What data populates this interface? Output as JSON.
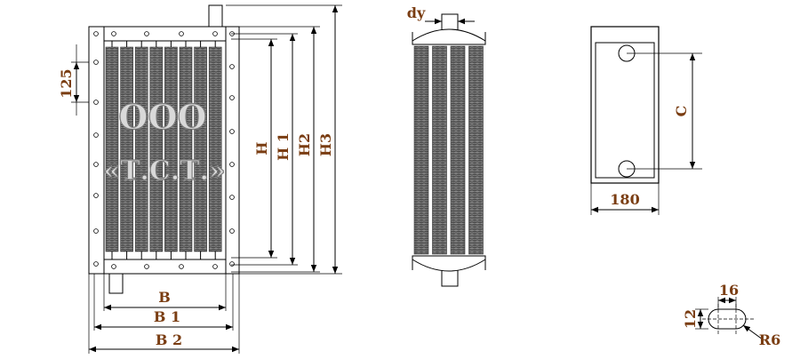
{
  "labels": {
    "dim_125": "125",
    "dim_H": "H",
    "dim_H1": "H 1",
    "dim_H2": "H2",
    "dim_H3": "H3",
    "dim_B": "B",
    "dim_B1": "B 1",
    "dim_B2": "B 2",
    "dim_dy": "dy",
    "dim_C": "C",
    "dim_180": "180",
    "dim_16": "16",
    "dim_12": "12",
    "dim_R6": "R6"
  },
  "watermark": {
    "line1": "ООО",
    "line2": "«Т.С.Т.»"
  },
  "colors": {
    "label": "#7a3d12",
    "fin_dark": "#555555",
    "fin_light": "#9a9a9a"
  }
}
